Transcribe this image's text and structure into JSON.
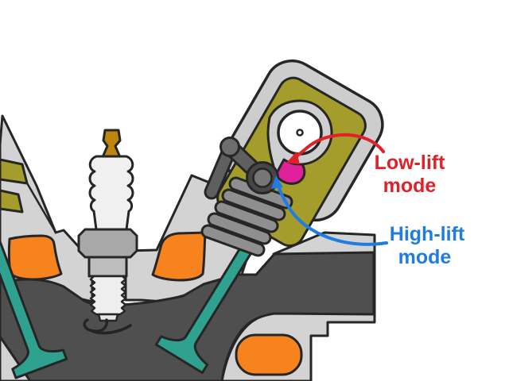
{
  "title": "Engine cylinder head cutaway showing variable valve lift modes",
  "annotations": {
    "low_lift": {
      "line1": "Low-lift",
      "line2": "mode",
      "color": "#e02128",
      "full_label": "Low-lift mode"
    },
    "high_lift": {
      "line1": "High-lift",
      "line2": "mode",
      "color": "#1f7ce0",
      "full_label": "High-lift mode"
    }
  },
  "colors": {
    "background": "#ffffff",
    "head_gray": "#d3d3d3",
    "housing_gray": "#cdcdcd",
    "ring_gray": "#cfcfcf",
    "charcoal": "#4f4f4f",
    "olive": "#a49c2b",
    "orange": "#f6831e",
    "teal": "#2fa28f",
    "magenta": "#df219c",
    "spring_gray": "#8f8f8f",
    "arm_gray": "#5f5f5f",
    "pivot_gray": "#6e6e6e",
    "roller_outer": "#474747",
    "roller_inner": "#767676",
    "journal_white": "#ffffff",
    "spark_terminal": "#bf860d",
    "spark_ceramic": "#f0f0f0",
    "spark_hex": "#a8a8a8",
    "spark_body": "#bdbdbd",
    "spark_thread": "#efefef",
    "spark_tip": "#e6e6e6"
  },
  "parts": {
    "cam_housing": "camshaft housing",
    "cam_journal": "camshaft",
    "low_lift_lobe": "low-lift cam lobe",
    "rocker": "rocker arm with roller",
    "valve_spring": "valve spring",
    "intake_valve": "intake valve",
    "exhaust_valve": "exhaust valve",
    "spark_plug": "spark plug",
    "piston": "piston crown",
    "port": "exhaust port"
  }
}
